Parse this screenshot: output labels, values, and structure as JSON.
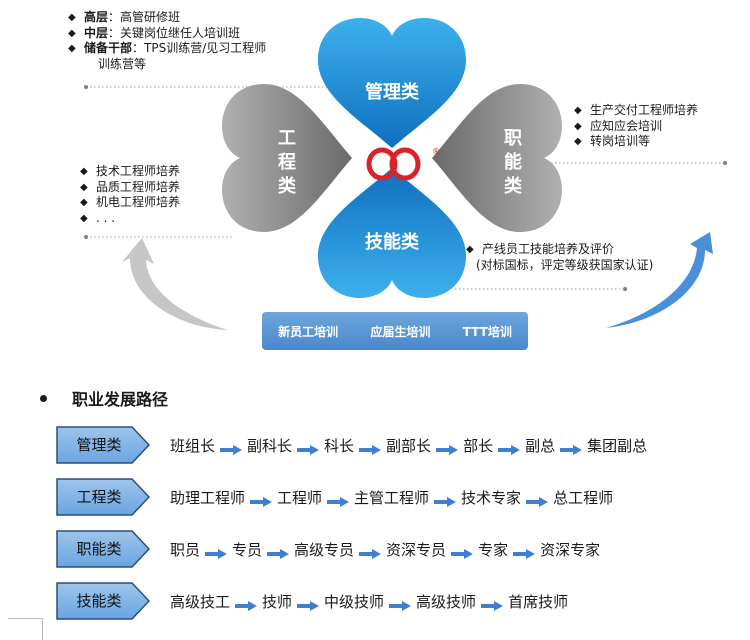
{
  "diagram": {
    "hearts": {
      "top": "管理类",
      "left_char1": "工",
      "left_char2": "程",
      "left_char3": "类",
      "right_char1": "职",
      "right_char2": "能",
      "right_char3": "类",
      "bottom": "技能类",
      "registered_mark": "®"
    },
    "top_left_list": [
      {
        "label": "高层",
        "text": "：高管研修班"
      },
      {
        "label": "中层",
        "text": "：关键岗位继任人培训班"
      },
      {
        "label": "储备干部",
        "text": "：TPS训练营/见习工程师",
        "cont": "训练营等"
      }
    ],
    "left_list": [
      "技术工程师培养",
      "品质工程师培养",
      "机电工程师培养",
      ". . ."
    ],
    "right_list": [
      "生产交付工程师培养",
      "应知应会培训",
      "转岗培训等"
    ],
    "bottom_right_list": {
      "item": "产线员工技能培养及评价",
      "cont": "(对标国标，评定等级获国家认证)"
    },
    "bullet_char": "◆",
    "training_bar": [
      "新员工培训",
      "应届生培训",
      "TTT培训"
    ],
    "colors": {
      "blue_heart": "#1e8fd6",
      "gray_heart": "#8a8a8a",
      "bar": "#5596d4",
      "arrow_blue": "#4a90d9",
      "arrow_gray": "#c8c8c8"
    }
  },
  "section": {
    "title": "职业发展路径"
  },
  "paths": [
    {
      "tag": "管理类",
      "steps": [
        "班组长",
        "副科长",
        "科长",
        "副部长",
        "部长",
        "副总",
        "集团副总"
      ]
    },
    {
      "tag": "工程类",
      "steps": [
        "助理工程师",
        "工程师",
        "主管工程师",
        "技术专家",
        "总工程师"
      ]
    },
    {
      "tag": "职能类",
      "steps": [
        "职员",
        "专员",
        "高级专员",
        "资深专员",
        "专家",
        "资深专家"
      ]
    },
    {
      "tag": "技能类",
      "steps": [
        "高级技工",
        "技师",
        "中级技师",
        "高级技师",
        "首席技师"
      ]
    }
  ]
}
